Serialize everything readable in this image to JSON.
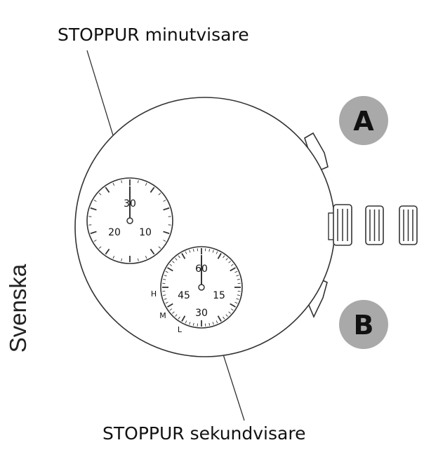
{
  "labels": {
    "minute_hand": "STOPPUR minutvisare",
    "second_hand": "STOPPUR sekundvisare",
    "language": "Svenska"
  },
  "buttons": {
    "a": "A",
    "b": "B"
  },
  "subdial_minutes": {
    "top": "30",
    "left": "20",
    "right": "10"
  },
  "subdial_seconds": {
    "top": "60",
    "left": "45",
    "right": "15",
    "bottom": "30"
  },
  "crown_positions": {
    "h": "H",
    "m": "M",
    "l": "L"
  },
  "colors": {
    "line": "#333333",
    "button_fill": "#a9a9a9",
    "button_text": "#111111"
  }
}
